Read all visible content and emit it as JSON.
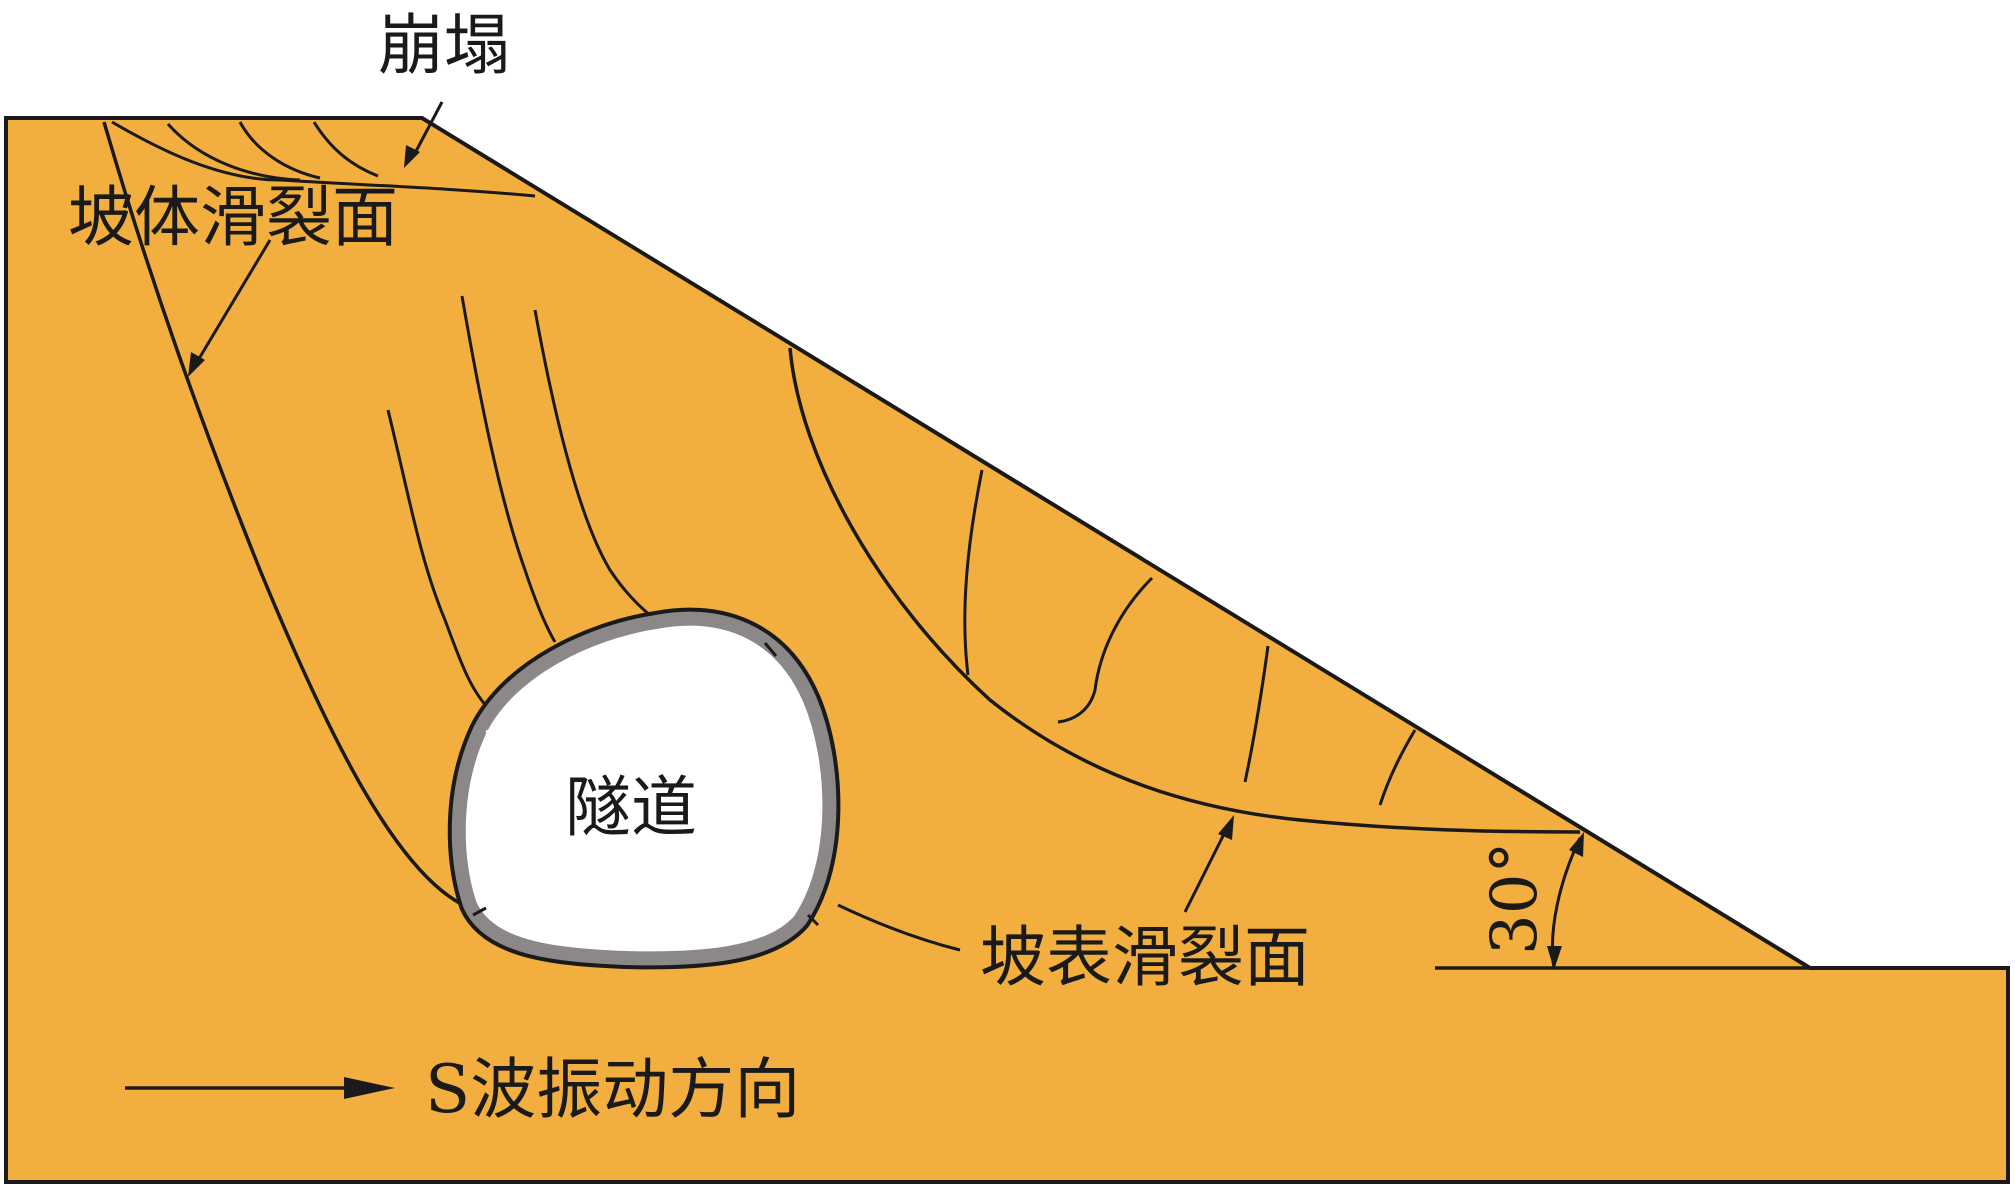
{
  "labels": {
    "collapse": "崩塌",
    "slope_body_slip": "坡体滑裂面",
    "tunnel": "隧道",
    "slope_surface_slip": "坡表滑裂面",
    "angle": "30°",
    "s_wave": "S波振动方向"
  },
  "colors": {
    "soil": "#F2AE3F",
    "outline": "#1a1a1a",
    "lining": "#8C8888",
    "cavity": "#FFFFFF"
  },
  "slope_angle_deg": 30
}
